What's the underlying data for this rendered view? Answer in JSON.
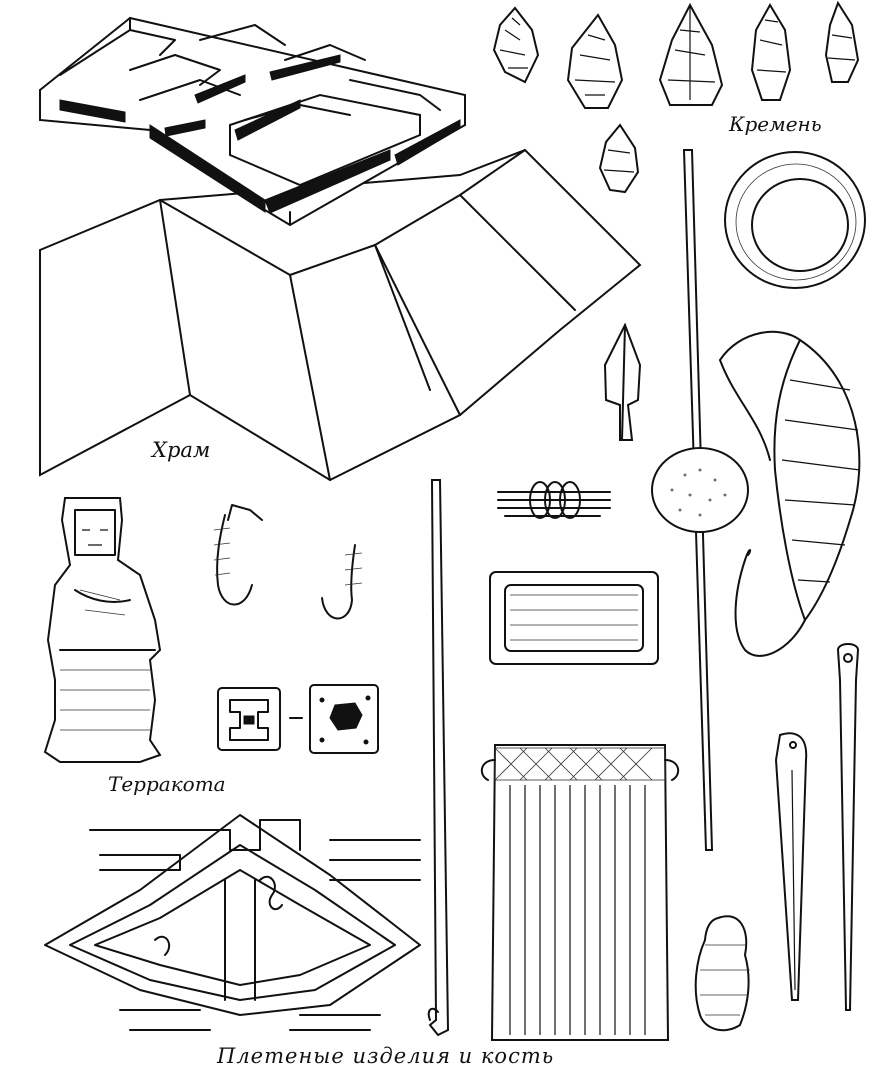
{
  "captions": {
    "temple": "Храм",
    "flint": "Кремень",
    "terracotta": "Терракота",
    "woven_and_bone": "Плетеные изделия и кость"
  }
}
